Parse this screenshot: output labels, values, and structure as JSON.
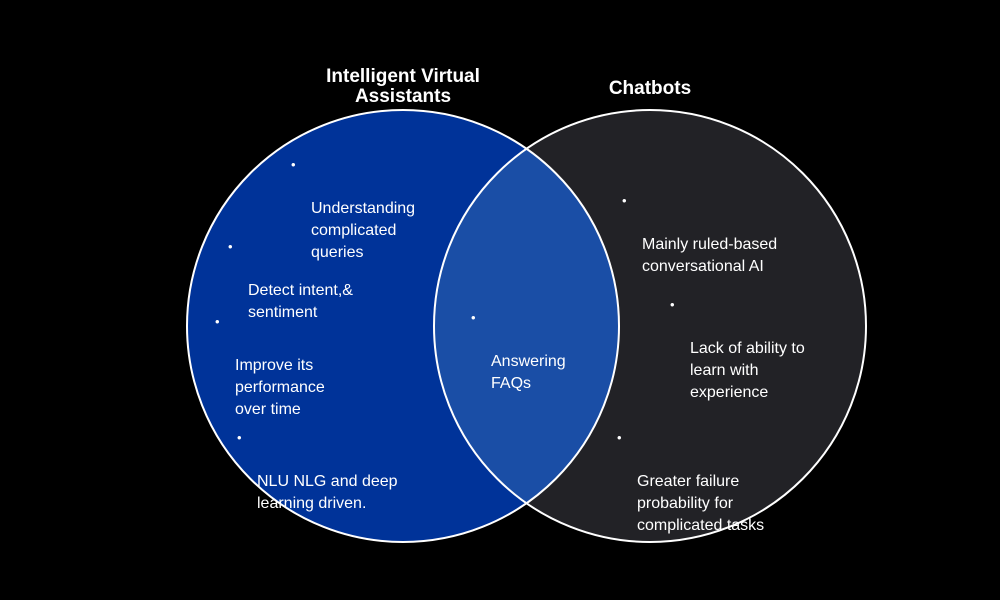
{
  "colors": {
    "background": "#000000",
    "left_circle_fill": "#003399",
    "right_circle_fill": "#222226",
    "overlap_fill": "#1a4ea6",
    "outline": "#ffffff",
    "text": "#ffffff"
  },
  "venn": {
    "left_title": "Intelligent Virtual\nAssistants",
    "right_title": "Chatbots",
    "left_items": [
      "Understanding\ncomplicated\nqueries",
      "Detect intent,&\nsentiment",
      "Improve its\nperformance\nover time",
      "NLU NLG and deep\nlearning driven."
    ],
    "overlap_items": [
      "Answering\nFAQs"
    ],
    "right_items": [
      "Mainly ruled-based\nconversational AI",
      "Lack of ability to\nlearn with\nexperience",
      "Greater failure\nprobability for\ncomplicated tasks"
    ],
    "bullet_glyph": "•"
  }
}
